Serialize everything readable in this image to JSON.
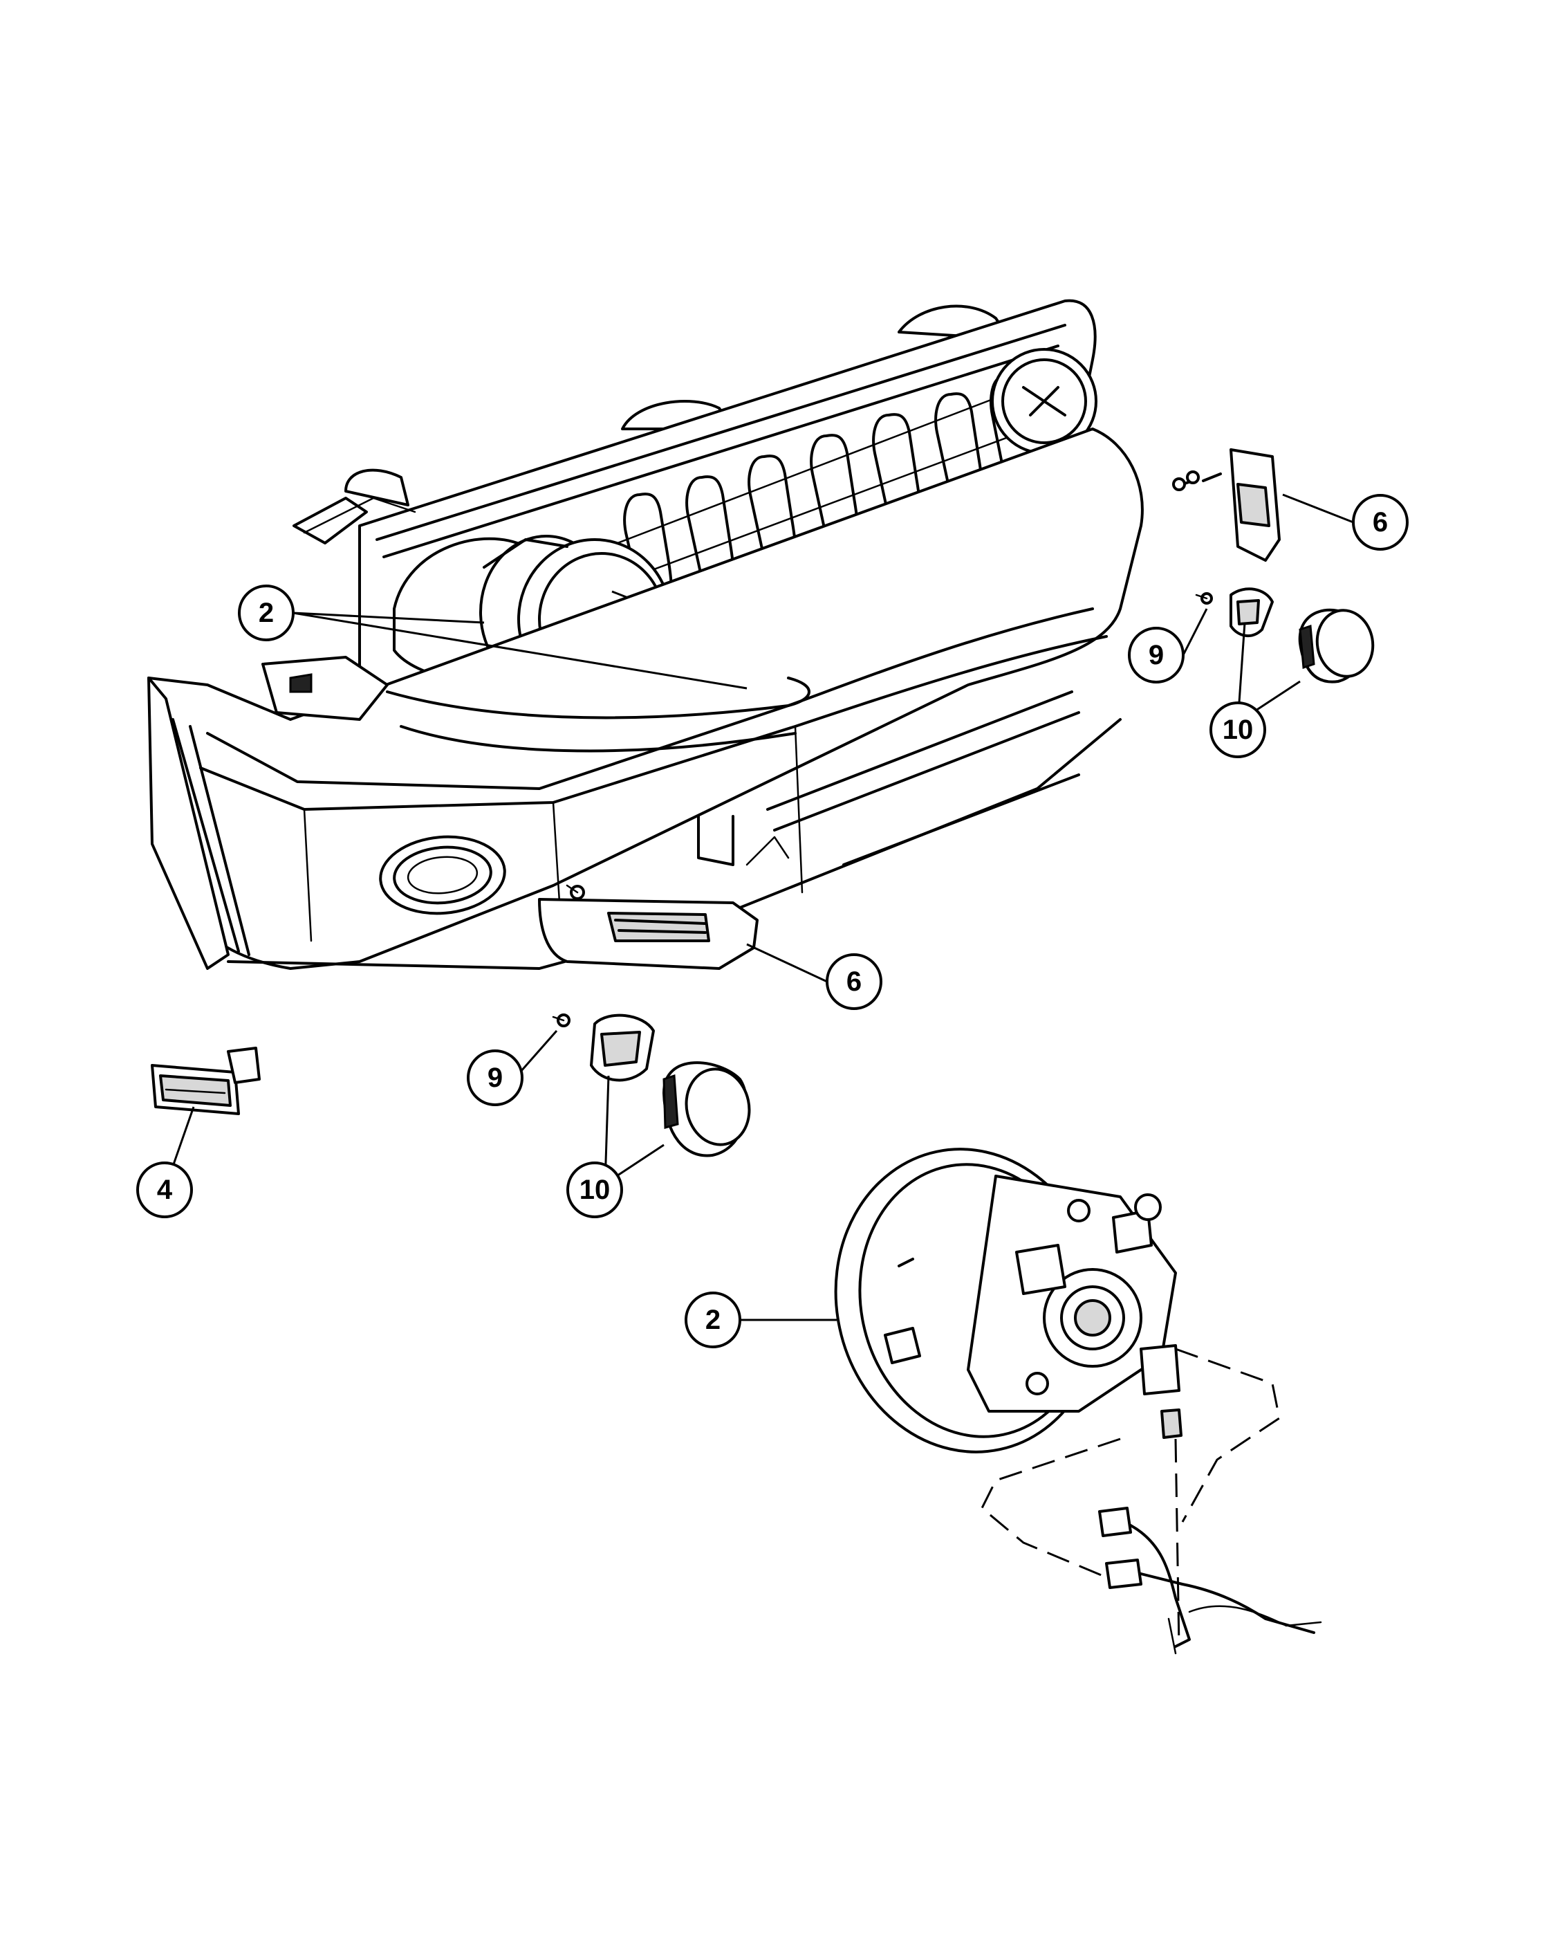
{
  "callouts": [
    {
      "id": "callout-2-upper",
      "label": "2"
    },
    {
      "id": "callout-6-upper",
      "label": "6"
    },
    {
      "id": "callout-9-upper",
      "label": "9"
    },
    {
      "id": "callout-10-upper",
      "label": "10"
    },
    {
      "id": "callout-6-lower",
      "label": "6"
    },
    {
      "id": "callout-9-lower",
      "label": "9"
    },
    {
      "id": "callout-4",
      "label": "4"
    },
    {
      "id": "callout-10-lower",
      "label": "10"
    },
    {
      "id": "callout-2-lower",
      "label": "2"
    }
  ]
}
